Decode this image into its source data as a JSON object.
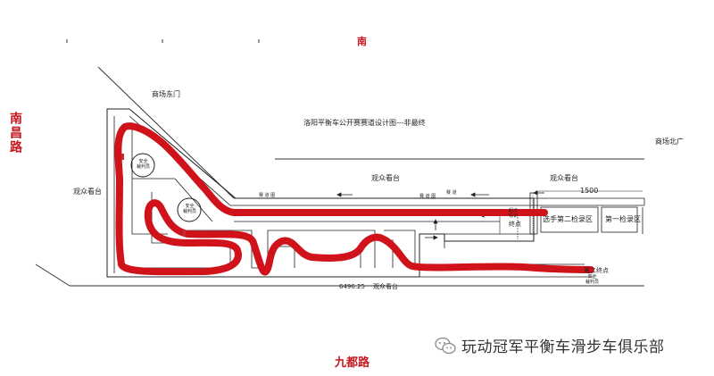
{
  "roads": {
    "south": "南昌路",
    "top": "南",
    "bottom": "九都路"
  },
  "labels": {
    "east_gate": "商场东门",
    "north_gate": "商场北广",
    "title": "洛阳平衡车公开赛赛道设计图---非最终",
    "stand_top": "观众看台",
    "stand_left": "观众看台",
    "stand_right": "观众看台",
    "stand_bottom": "观众看台",
    "dim_right": "1500",
    "dim_bottom": "6496.25",
    "area_second": "选手第二检录区",
    "area_first": "第一检录区",
    "finish": "终点",
    "second_finish": "第二终点",
    "lane_text_1": "赛 道 图",
    "lane_text_2": "赛 道",
    "lane_text_3": "赛 道 图",
    "ref1": "安全\n裁判员",
    "ref2": "安全\n裁判员",
    "ref_bottom": "安全\n裁判员",
    "side_small": "起点\n标识"
  },
  "watermark": {
    "text": "玩动冠军平衡车滑步车俱乐部",
    "icon": "wechat-icon"
  },
  "colors": {
    "track": "#d0121b",
    "road": "#c8161d"
  }
}
